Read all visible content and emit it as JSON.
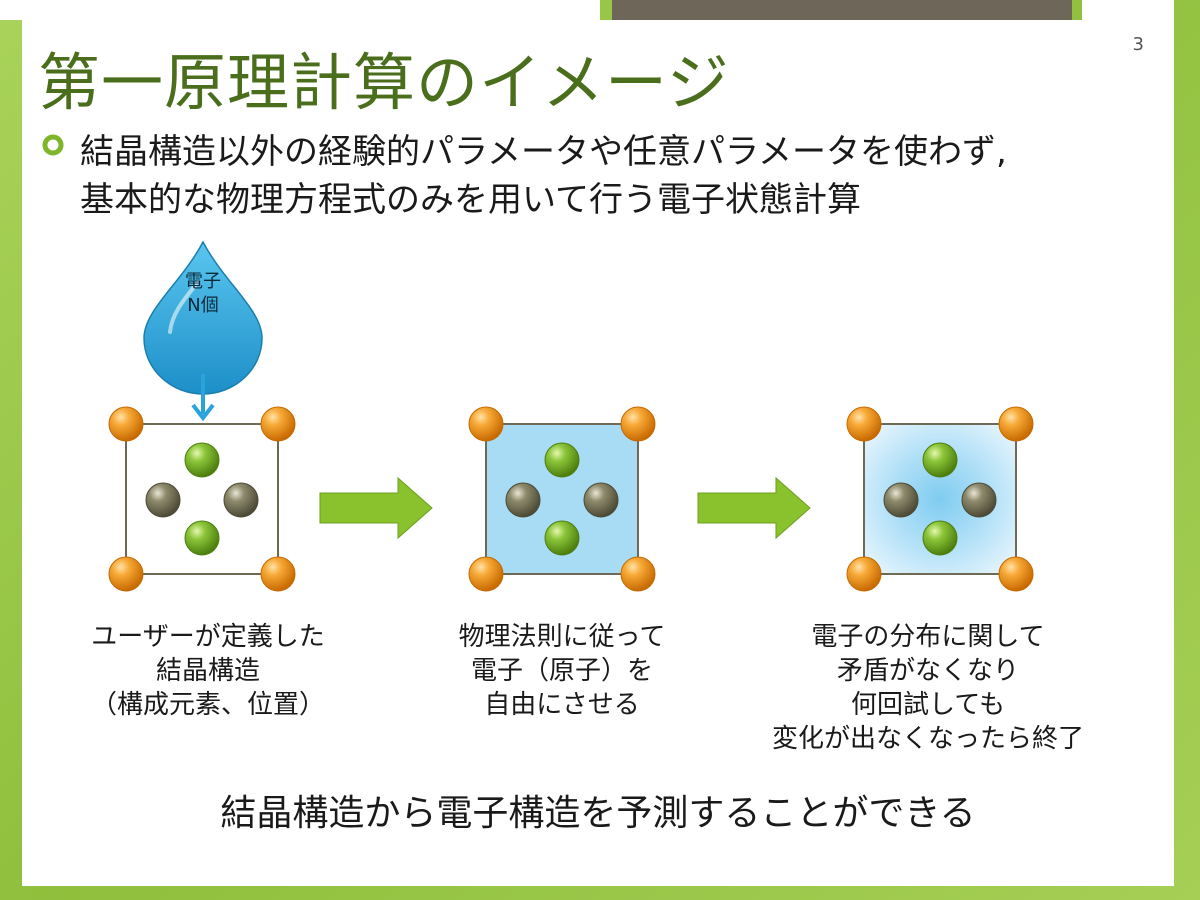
{
  "slide_number": "3",
  "title": "第一原理計算のイメージ",
  "bullet": {
    "line1": "結晶構造以外の経験的パラメータや任意パラメータを使わず,",
    "line2": "基本的な物理方程式のみを用いて行う電子状態計算"
  },
  "drop": {
    "line1": "電子",
    "line2": "N個"
  },
  "steps": [
    {
      "lines": [
        "ユーザーが定義した",
        "結晶構造",
        "（構成元素、位置）"
      ]
    },
    {
      "lines": [
        "物理法則に従って",
        "電子（原子）を",
        "自由にさせる"
      ]
    },
    {
      "lines": [
        "電子の分布に関して",
        "矛盾がなくなり",
        "何回試しても",
        "変化が出なくなったら終了"
      ]
    }
  ],
  "conclusion": "結晶構造から電子構造を予測することができる",
  "colors": {
    "title": "#4b6e1c",
    "accent_green": "#7fb52a",
    "corner_atom": "#f39a1e",
    "green_atom": "#7ab51d",
    "gray_atom": "#7d7a5e",
    "electron_fill": "#a8dcf5",
    "drop": "#2aa6dc"
  }
}
